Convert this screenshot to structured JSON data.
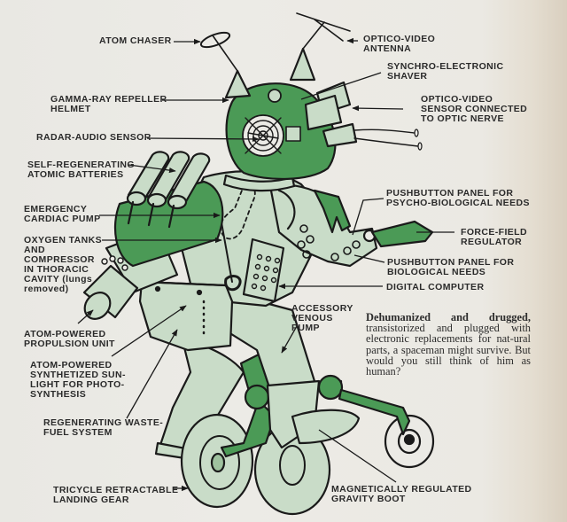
{
  "colors": {
    "background": "#ebeae5",
    "suit_pale_green": "#c9dcc8",
    "accent_green": "#4b9a56",
    "ink": "#1a1a1a",
    "label_text": "#2a2a2a"
  },
  "labels": {
    "atom_chaser": "ATOM CHASER",
    "optico_video_antenna": "OPTICO-VIDEO\nANTENNA",
    "synchro_electronic_shaver": "SYNCHRO-ELECTRONIC\nSHAVER",
    "gamma_ray_repeller_helmet": "GAMMA-RAY REPELLER\nHELMET",
    "optico_video_sensor": "OPTICO-VIDEO\nSENSOR CONNECTED\nTO OPTIC NERVE",
    "radar_audio_sensor": "RADAR-AUDIO SENSOR",
    "self_regenerating_batteries": "SELF-REGENERATING\nATOMIC BATTERIES",
    "emergency_cardiac_pump": "EMERGENCY\nCARDIAC PUMP",
    "oxygen_tanks": "OXYGEN TANKS\nAND\nCOMPRESSOR\nIN THORACIC\nCAVITY (lungs\nremoved)",
    "pushbutton_psycho": "PUSHBUTTON PANEL FOR\nPSYCHO-BIOLOGICAL NEEDS",
    "force_field_regulator": "FORCE-FIELD\nREGULATOR",
    "pushbutton_biological": "PUSHBUTTON PANEL FOR\nBIOLOGICAL NEEDS",
    "digital_computer": "DIGITAL COMPUTER",
    "accessory_venous_pump": "ACCESSORY\nVENOUS\nPUMP",
    "atom_powered_propulsion": "ATOM-POWERED\nPROPULSION UNIT",
    "atom_powered_sunlight": "ATOM-POWERED\nSYNTHETIZED SUN-\nLIGHT FOR PHOTO-\nSYNTHESIS",
    "regenerating_waste_fuel": "REGENERATING WASTE-\nFUEL SYSTEM",
    "tricycle_landing_gear": "TRICYCLE RETRACTABLE\nLANDING GEAR",
    "gravity_boot": "MAGNETICALLY REGULATED\nGRAVITY BOOT"
  },
  "caption": {
    "lead": "Dehumanized and drugged,",
    "body": " transistorized and plugged with electronic replacements for nat-ural parts, a spaceman might survive. But would you still think of him as human?"
  }
}
